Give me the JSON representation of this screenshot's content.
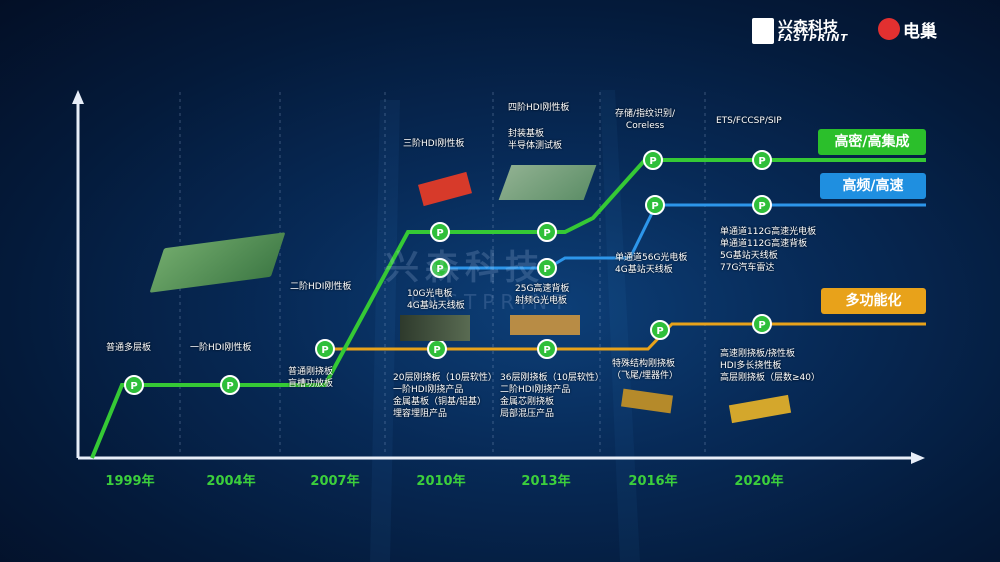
{
  "brand": {
    "name_cn": "兴森科技",
    "name_en": "FASTPRINT",
    "partner": "电巢"
  },
  "watermark": {
    "cn": "兴森科技",
    "en": "FASTPRINT"
  },
  "years": [
    "1999年",
    "2004年",
    "2007年",
    "2010年",
    "2013年",
    "2016年",
    "2020年"
  ],
  "tracks": {
    "green": "高密/高集成",
    "blue": "高频/高速",
    "orange": "多功能化"
  },
  "labels": {
    "l1999": "普通多层板",
    "l2004": "一阶HDI刚性板",
    "l2007_top": "二阶HDI刚性板",
    "l2007_bottom": "普通刚挠板\n盲槽功放板",
    "l2010_top": "三阶HDI刚性板",
    "l2010_mid": "10G光电板\n4G基站天线板",
    "l2010_bottom": "20层刚挠板（10层软性）\n一阶HDI刚挠产品\n金属基板（铜基/铝基）\n埋容埋阻产品",
    "l2013_top": "四阶HDI刚性板",
    "l2013_top2": "封装基板\n半导体测试板",
    "l2013_mid": "25G高速背板\n射频G光电板",
    "l2013_bottom": "36层刚挠板（10层软性）\n二阶HDI刚挠产品\n金属芯刚挠板\n局部混压产品",
    "l2016_top": "存储/指纹识别/\nCoreless",
    "l2016_mid": "单通道56G光电板\n4G基站天线板",
    "l2016_bottom": "特殊结构刚挠板\n（飞尾/埋器件）",
    "l2020_top": "ETS/FCCSP/SIP",
    "l2020_mid": "单通道112G高速光电板\n单通道112G高速背板\n5G基站天线板\n77G汽车雷达",
    "l2020_bottom": "高速刚挠板/挠性板\nHDI多长挠性板\n高层刚挠板（层数≥40）"
  },
  "colors": {
    "green": "#2bbf2b",
    "blue": "#1f8fe0",
    "orange": "#e8a21a",
    "axis": "#e8eef8"
  },
  "icons": {
    "node": "p-badge-icon"
  }
}
